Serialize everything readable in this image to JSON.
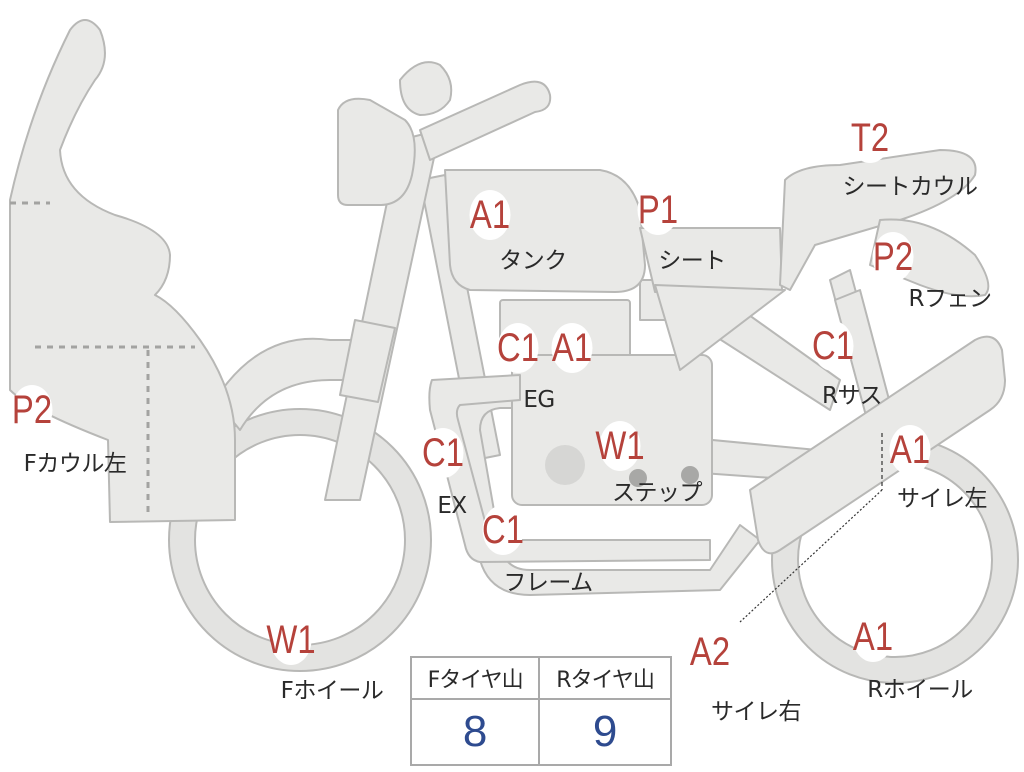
{
  "badges": {
    "fcowl": "P2",
    "tank": "A1",
    "seat": "P1",
    "seatcowl": "T2",
    "rfender": "P2",
    "eg_c": "C1",
    "eg_a": "A1",
    "rsus": "C1",
    "ex": "C1",
    "step": "W1",
    "frame": "C1",
    "sil_l": "A1",
    "fwheel": "W1",
    "sil_r": "A2",
    "rwheel": "A1"
  },
  "labels": {
    "fcowl": "Fカウル左",
    "tank": "タンク",
    "seat": "シート",
    "seatcowl": "シートカウル",
    "rfender": "Rフェン",
    "eg": "EG",
    "rsus": "Rサス",
    "ex": "EX",
    "step": "ステップ",
    "frame": "フレーム",
    "sil_l": "サイレ左",
    "fwheel": "Fホイール",
    "sil_r": "サイレ右",
    "rwheel": "Rホイール"
  },
  "tire_table": {
    "front_header": "Fタイヤ山",
    "rear_header": "Rタイヤ山",
    "front_value": "8",
    "rear_value": "9"
  },
  "colors": {
    "part_fill": "#e9e9e7",
    "part_stroke": "#b8b8b6",
    "grade_red": "#b5423b",
    "value_blue": "#2e4b8f"
  }
}
